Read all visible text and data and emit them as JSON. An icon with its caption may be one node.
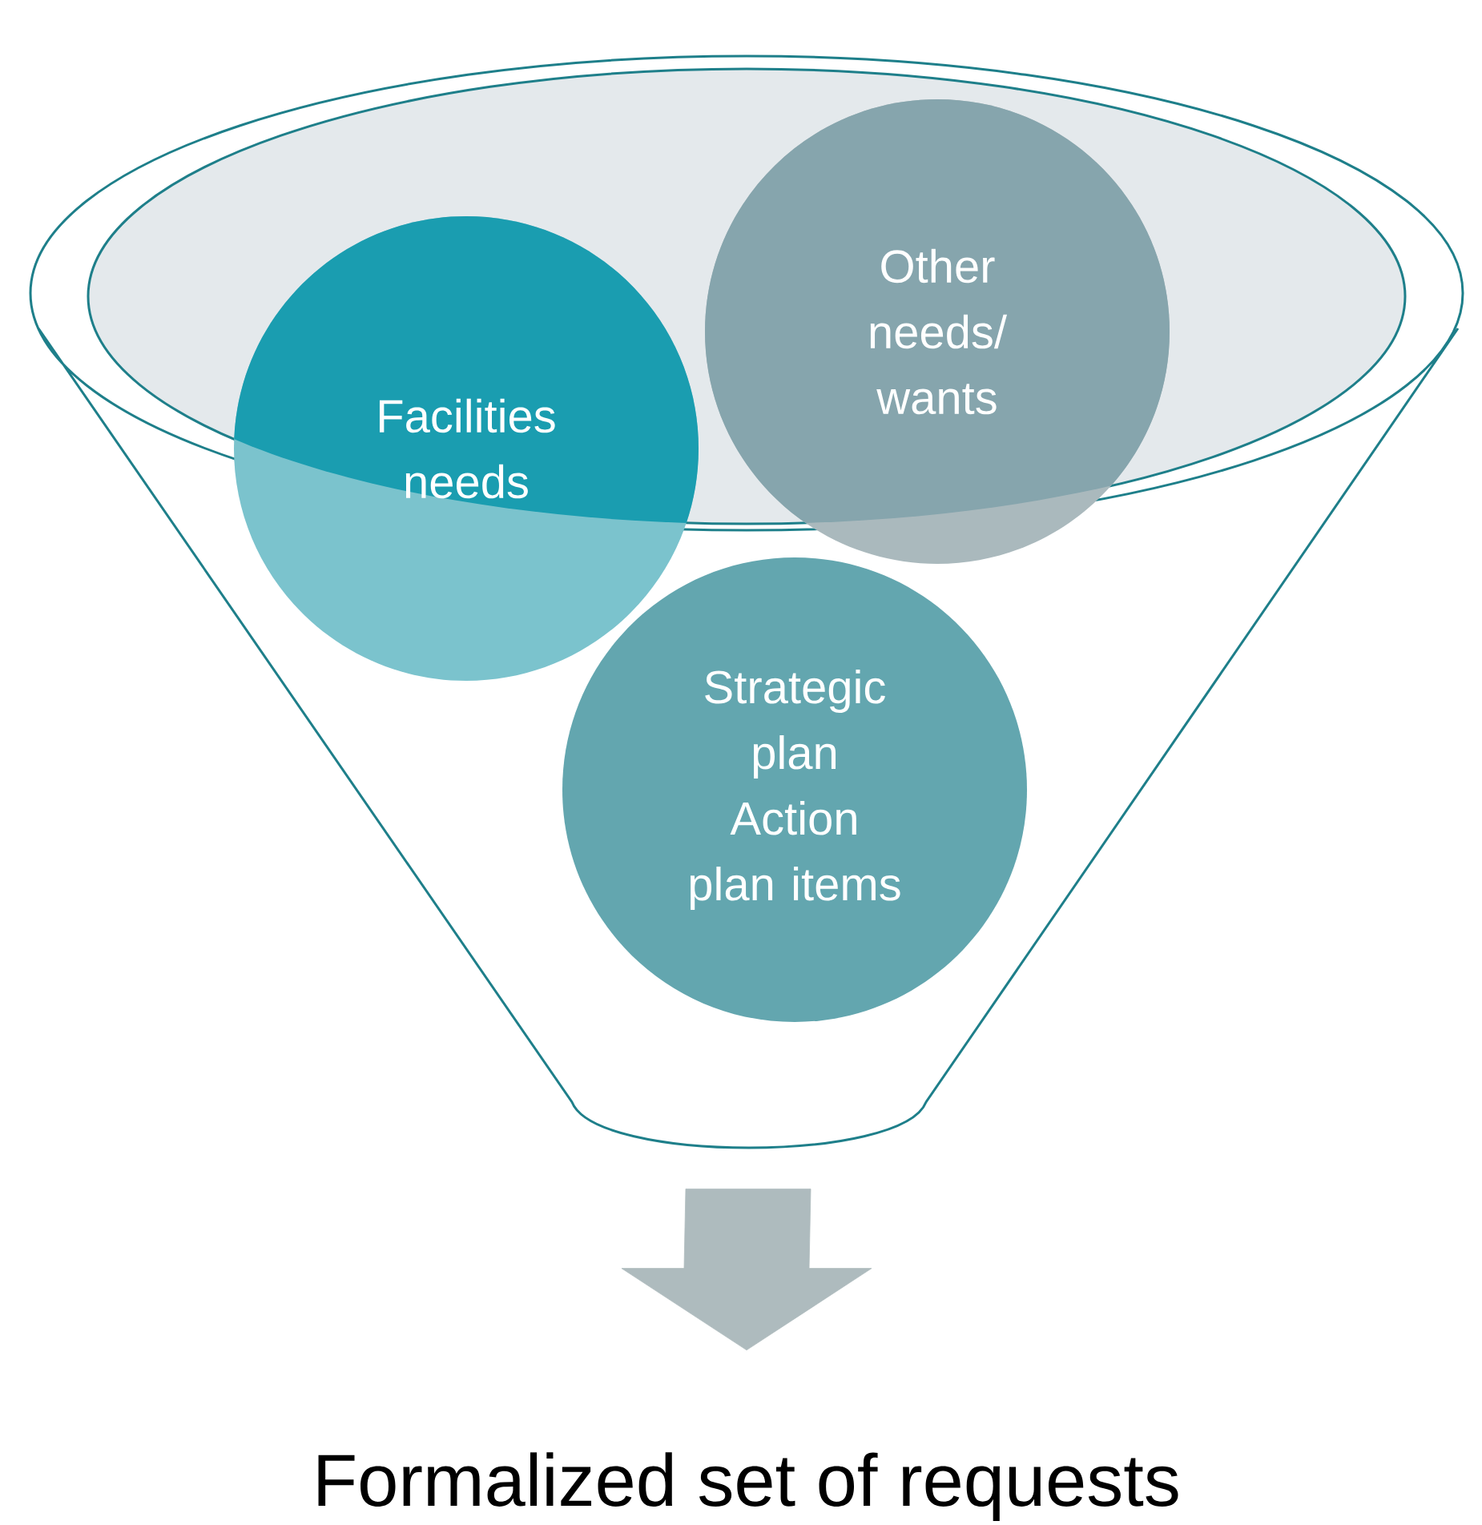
{
  "diagram": {
    "nodes": [
      {
        "text": [],
        "shape": "funnel"
      },
      {
        "text": [
          "Facilities needs"
        ],
        "in": 0
      },
      {
        "text": [
          "Other needs/ wants"
        ],
        "in": 0
      },
      {
        "text": [
          "Strategic plan",
          "Action plan items"
        ],
        "in": 0
      },
      {
        "text": [
          "Formalized set of requests"
        ]
      }
    ],
    "edges": [
      {
        "from": 0,
        "to": 4,
        "arrow": "to"
      }
    ]
  }
}
